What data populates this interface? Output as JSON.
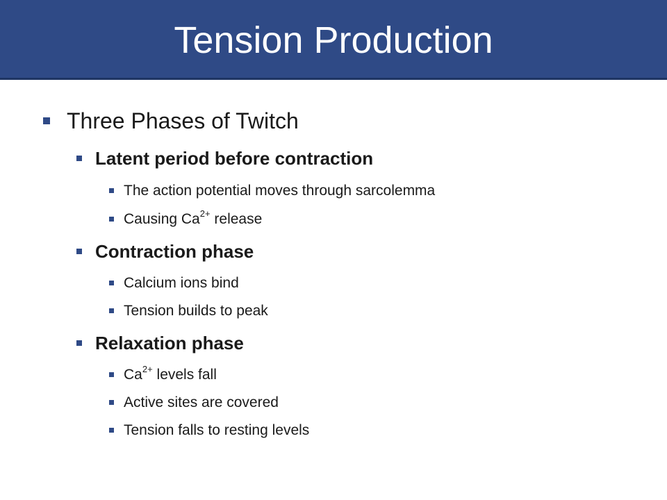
{
  "slide": {
    "title": "Tension Production",
    "heading": "Three Phases of Twitch",
    "phases": [
      {
        "label": "Latent period before contraction",
        "points": [
          {
            "text": "The action potential moves through sarcolemma"
          },
          {
            "pre": "Causing Ca",
            "sup": "2+",
            "post": " release"
          }
        ]
      },
      {
        "label": "Contraction phase",
        "points": [
          {
            "text": "Calcium ions bind"
          },
          {
            "text": "Tension builds to peak"
          }
        ]
      },
      {
        "label": "Relaxation phase",
        "points": [
          {
            "pre": "Ca",
            "sup": "2+",
            "post": " levels fall"
          },
          {
            "text": "Active sites are covered"
          },
          {
            "text": "Tension falls to resting levels"
          }
        ]
      }
    ]
  },
  "colors": {
    "title_bar": "#2f4a86",
    "bullet": "#2f4a86",
    "title_text": "#ffffff",
    "body_text": "#1a1a1a"
  }
}
